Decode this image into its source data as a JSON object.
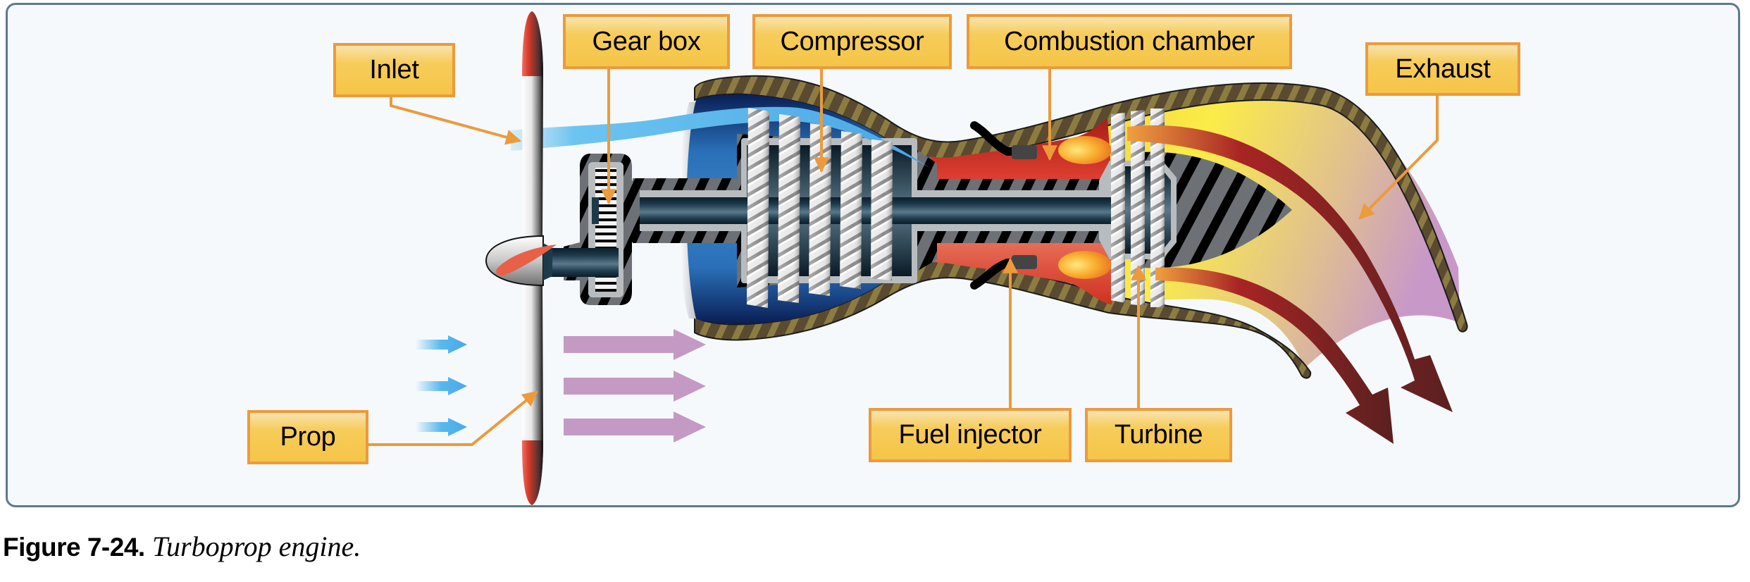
{
  "figure": {
    "number_label": "Figure 7-24.",
    "title": "Turboprop engine."
  },
  "labels": {
    "inlet": "Inlet",
    "gear_box": "Gear box",
    "compressor": "Compressor",
    "combustion_chamber": "Combustion chamber",
    "exhaust": "Exhaust",
    "prop": "Prop",
    "fuel_injector": "Fuel injector",
    "turbine": "Turbine"
  },
  "components": [
    {
      "id": "prop",
      "name": "Propeller"
    },
    {
      "id": "spinner",
      "name": "Spinner"
    },
    {
      "id": "gear_box",
      "name": "Reduction gear box"
    },
    {
      "id": "inlet",
      "name": "Air inlet duct"
    },
    {
      "id": "compressor",
      "name": "Compressor",
      "stages": 5
    },
    {
      "id": "combustion_chamber",
      "name": "Combustion chamber"
    },
    {
      "id": "fuel_injector",
      "name": "Fuel injector",
      "count": 2
    },
    {
      "id": "turbine",
      "name": "Turbine",
      "stages": 3
    },
    {
      "id": "exhaust",
      "name": "Exhaust"
    }
  ],
  "airflow": {
    "intake_arrows": 3,
    "prop_wash_arrows": 3,
    "exhaust_arrows": 2
  },
  "colors": {
    "label_border": "#ec9a3c",
    "label_fill": "#f6c84e",
    "leader_line": "#ec9a3c",
    "frame_border": "#5e7a8a",
    "frame_bg": "#f5f9fc",
    "casing": "#5a4a30",
    "casing_stripe": "#8a7a40",
    "inlet_air": "#4aa8e8",
    "compressor_duct": "#1e5aa0",
    "combustion": "#d83a2a",
    "flame": "#f6a020",
    "exhaust_gas": "#f8e040",
    "exhaust_arrow": "#a02020",
    "prop_wash": "#c49ac4",
    "intake_arrow": "#4fb0ea",
    "shaft": "#1a3040",
    "hatch_gray": "#6a6e72"
  }
}
